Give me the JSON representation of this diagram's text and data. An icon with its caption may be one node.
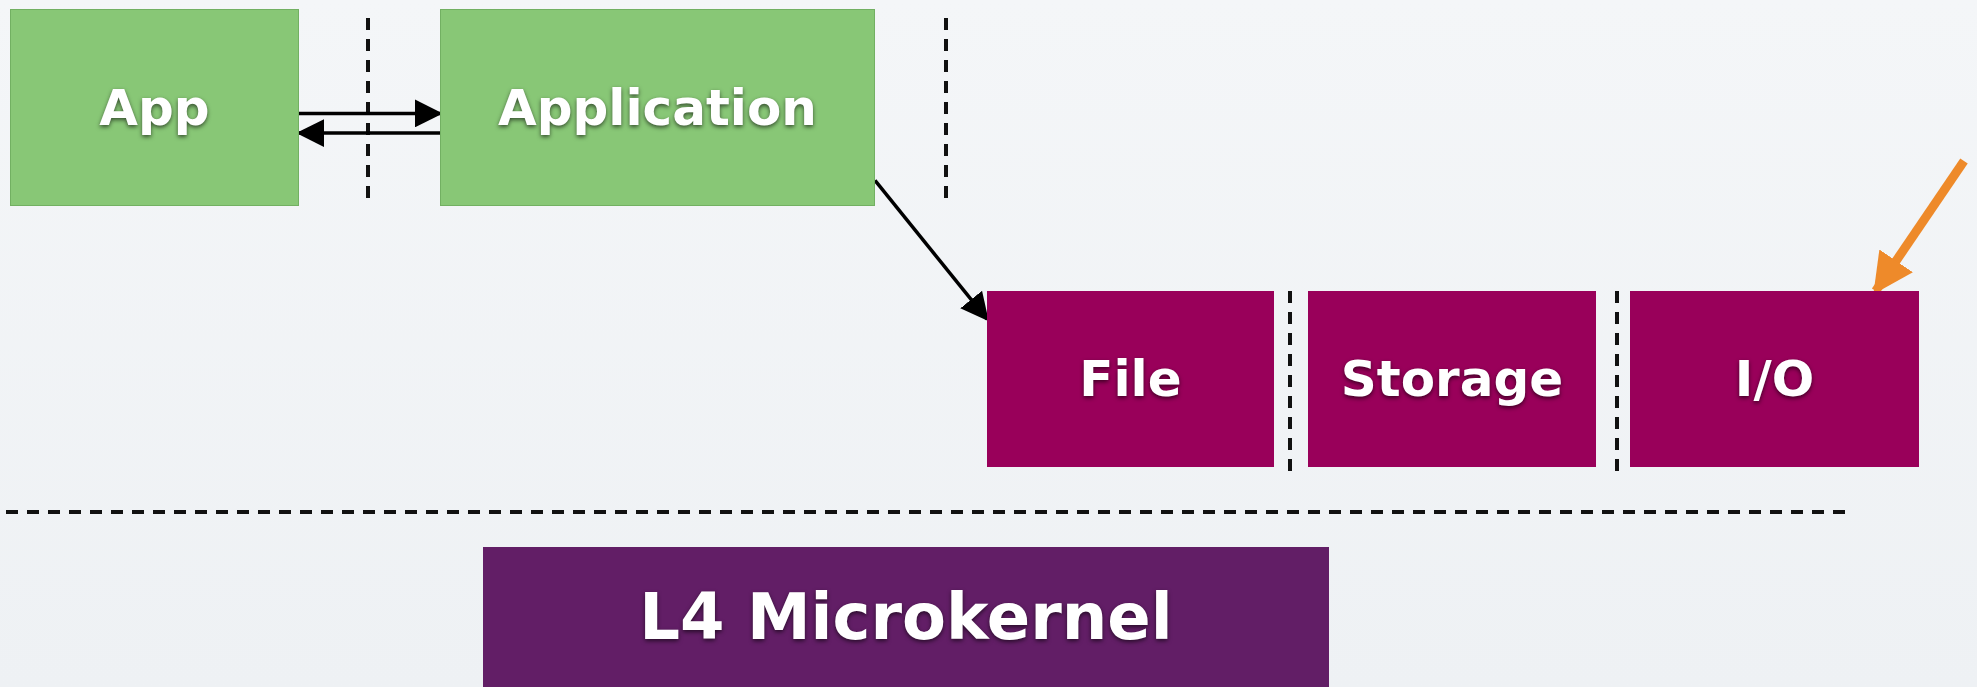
{
  "diagram": {
    "nodes": [
      {
        "text": [
          "App"
        ]
      },
      {
        "text": [
          "Application"
        ]
      },
      {
        "text": [
          "File"
        ]
      },
      {
        "text": [
          "Storage"
        ]
      },
      {
        "text": [
          "I/O"
        ]
      },
      {
        "text": [
          "L4 Microkernel"
        ]
      }
    ],
    "edges": [
      {
        "from": 0,
        "to": 1,
        "arrow": "to"
      },
      {
        "from": 1,
        "to": 0,
        "arrow": "to"
      },
      {
        "from": 1,
        "to": 2,
        "arrow": "to"
      },
      {
        "from": null,
        "to": 4,
        "arrow": "to",
        "style": "thick",
        "color": "#ee8a2a"
      }
    ]
  }
}
